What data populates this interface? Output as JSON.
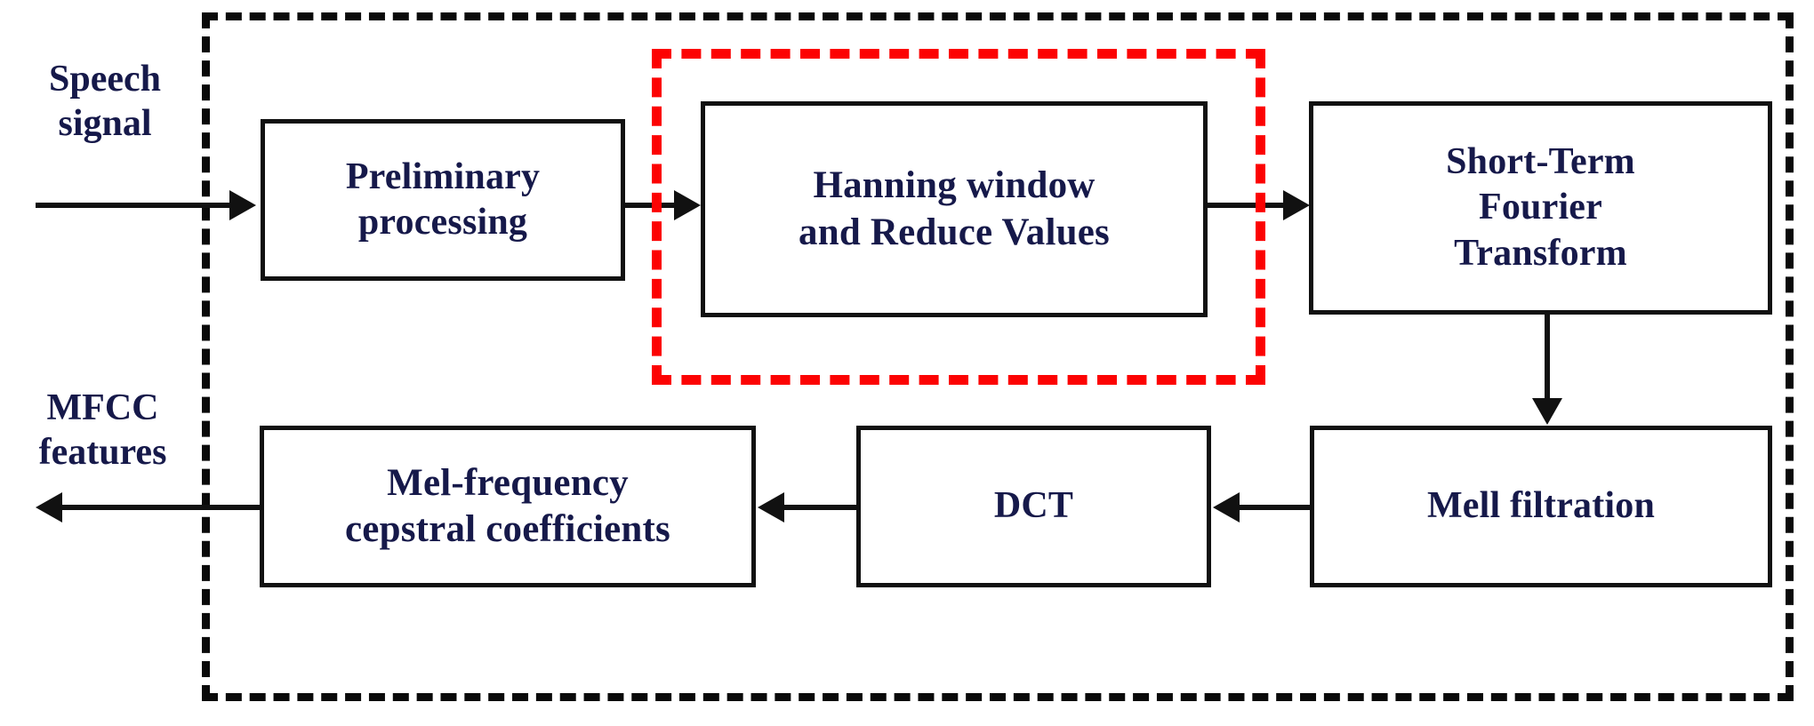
{
  "diagram": {
    "title": "MFCC feature extraction block diagram",
    "colors": {
      "box_border": "#111111",
      "box_fill": "#ffffff",
      "text": "#16194a",
      "outer_dashed_border": "#0a0a0a",
      "highlight_dashed_border": "#fc0303"
    },
    "external_labels": [
      {
        "id": "input",
        "text": "Speech\nsignal"
      },
      {
        "id": "output",
        "text": "MFCC\nfeatures"
      }
    ],
    "blocks": [
      {
        "id": "preliminary-processing",
        "text": "Preliminary\nprocessing"
      },
      {
        "id": "hanning-window",
        "text": "Hanning window\nand Reduce Values"
      },
      {
        "id": "short-term-fourier-transform",
        "text": "Short-Term\nFourier\nTransform"
      },
      {
        "id": "mell-filtration",
        "text": "Mell filtration"
      },
      {
        "id": "dct",
        "text": "DCT"
      },
      {
        "id": "mel-frequency-cepstral-coefficients",
        "text": "Mel-frequency\ncepstral coefficients"
      }
    ],
    "connectors": [
      {
        "id": "input-to-preliminary",
        "direction": "right"
      },
      {
        "id": "preliminary-to-hanning",
        "direction": "right"
      },
      {
        "id": "hanning-to-stft",
        "direction": "right"
      },
      {
        "id": "stft-to-mell",
        "direction": "down"
      },
      {
        "id": "mell-to-dct",
        "direction": "left"
      },
      {
        "id": "dct-to-mfcc",
        "direction": "left"
      },
      {
        "id": "mfcc-to-output",
        "direction": "left"
      }
    ],
    "highlight": {
      "id": "hanning-window-highlight",
      "style": "red-dashed-rectangle",
      "targets": "hanning-window"
    }
  }
}
